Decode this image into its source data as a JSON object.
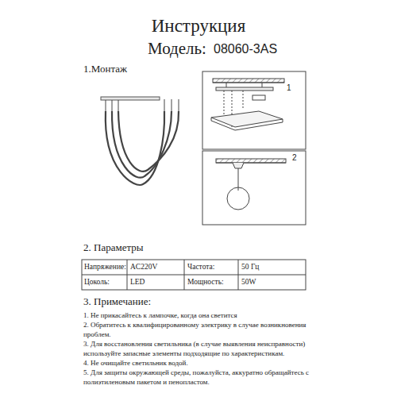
{
  "diagram": {
    "title": "Инструкция",
    "labels": [
      "Модель:",
      "08060-3AS",
      "1.Монтаж",
      "1",
      "2",
      "2. Параметры",
      "Напряжение:",
      "AC220V",
      "Частота:",
      "50 Гц",
      "Цоколь:",
      "LED",
      "Мощность:",
      "50W",
      "3. Примечание:",
      "1. Не прикасайтесь к лампочке, когда она светится",
      "2. Обратитесь к квалифицированному электрику в случае возникновения проблем.",
      "3. Для восстановления светильника (в случае выявления неисправности) используйте запасные элементы подходящие по характеристикам.",
      "4. Не очищайте светильник водой.",
      "5. Для защиты окружающей среды, пожалуйста, аккуратно обращайтесь с полиэтиленовым пакетом и пенопластом."
    ]
  }
}
